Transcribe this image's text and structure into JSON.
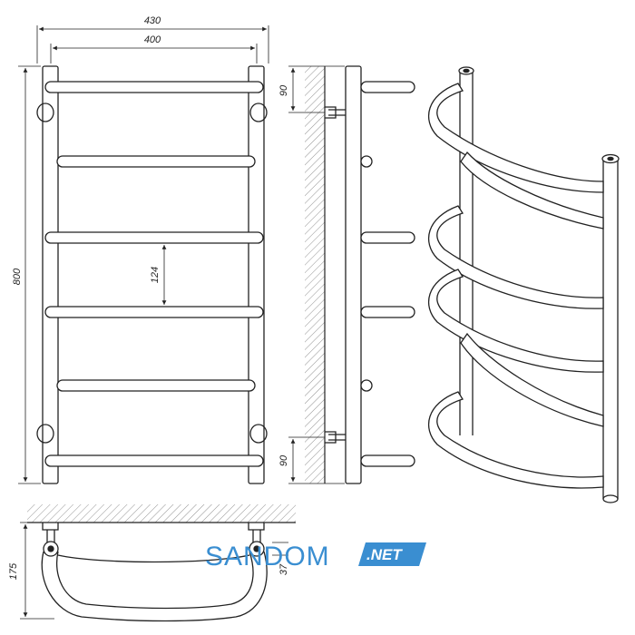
{
  "dimensions": {
    "overall_width": "430",
    "mount_width": "400",
    "height": "800",
    "bar_spacing": "124",
    "top_offset": "90",
    "bottom_offset": "90",
    "depth": "175",
    "bracket_offset": "37"
  },
  "watermark": {
    "brand": "SANDOM",
    "badge": ".NET"
  },
  "colors": {
    "line": "#222222",
    "hatch": "#555555",
    "watermark_text": "#3a8ed1",
    "watermark_badge": "#3a8ed1"
  }
}
